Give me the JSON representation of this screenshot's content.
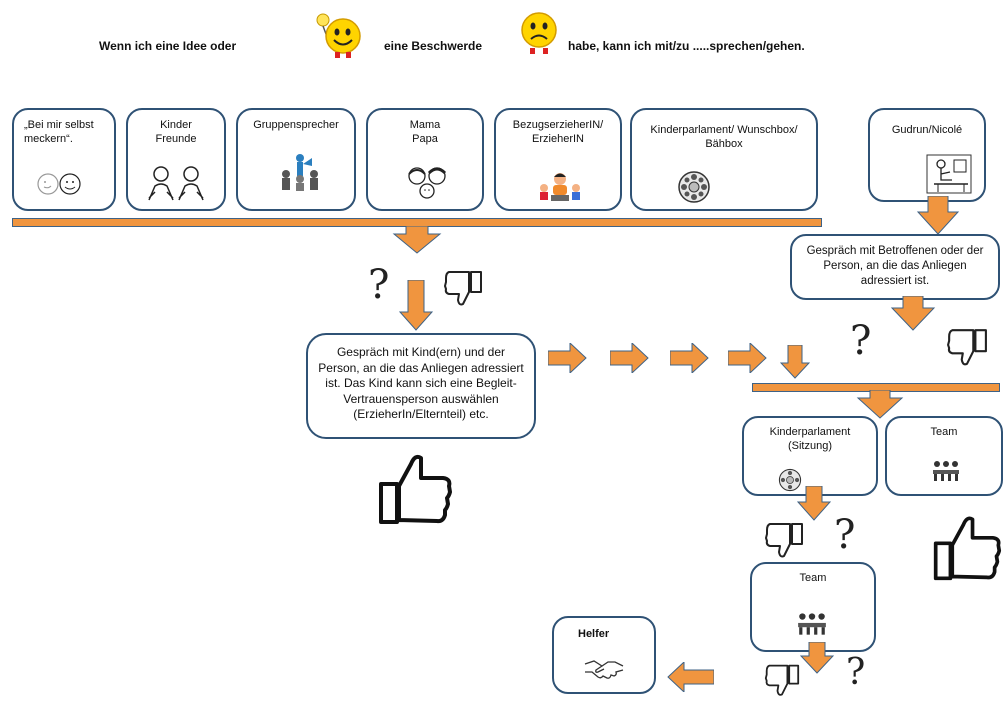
{
  "header": {
    "part1": "Wenn ich eine Idee oder",
    "part2": "eine Beschwerde",
    "part3": "habe, kann ich mit/zu .....sprechen/gehen."
  },
  "top_boxes": [
    {
      "label": "„Bei mir selbst meckern“."
    },
    {
      "label_line1": "Kinder",
      "label_line2": "Freunde"
    },
    {
      "label": "Gruppensprecher"
    },
    {
      "label_line1": "Mama",
      "label_line2": "Papa"
    },
    {
      "label_line1": "BezugserzieherIN/",
      "label_line2": "ErzieherIN"
    },
    {
      "label_line1": "Kinderparlament/ Wunschbox/",
      "label_line2": "Bähbox"
    }
  ],
  "gudrun_box": {
    "label": "Gudrun/Nicolé"
  },
  "gespraech_betroffene": {
    "text": "Gespräch mit Betroffenen oder der Person, an die das Anliegen adressiert ist."
  },
  "gespraech_kind": {
    "text": "Gespräch mit Kind(ern) und der Person, an die das Anliegen adressiert ist. Das Kind kann sich eine Begleit- Vertrauensperson auswählen (ErzieherIn/Elternteil) etc."
  },
  "kinderparlament_sitzung": {
    "line1": "Kinderparlament",
    "line2": "(Sitzung)"
  },
  "team_right": {
    "label": "Team"
  },
  "team_bottom": {
    "label": "Team"
  },
  "helfer": {
    "label": "Helfer"
  },
  "question_mark": "?",
  "colors": {
    "arrow": "#f0953f",
    "box_border": "#2f5275",
    "arrow_border": "#3e6286"
  }
}
